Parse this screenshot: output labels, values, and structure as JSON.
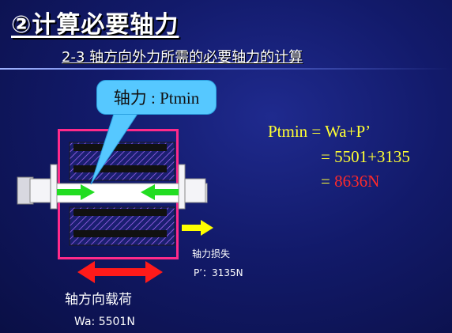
{
  "title": "②计算必要轴力",
  "subtitle": "2-3 轴方向外力所需的必要轴力的计算",
  "callout": {
    "text": "轴力 : Ptmin"
  },
  "formula": {
    "line1": "Ptmin = Wa+P’",
    "line2": "= 5501+3135",
    "line3_eq": "= ",
    "line3_result": "8636N"
  },
  "labels": {
    "axial_force_loss": "轴力损失",
    "p_value": "P’：3135N",
    "axial_load": "轴方向载荷",
    "wa_value": "Wa:  5501N"
  },
  "colors": {
    "background": "#121a6a",
    "formula": "#ffff33",
    "result": "#ff2a2a",
    "callout": "#56c8ff",
    "arrow_green": "#22dd22",
    "arrow_red": "#ff1a1a",
    "arrow_yellow": "#ffff00",
    "frame": "#ff2a8a"
  }
}
